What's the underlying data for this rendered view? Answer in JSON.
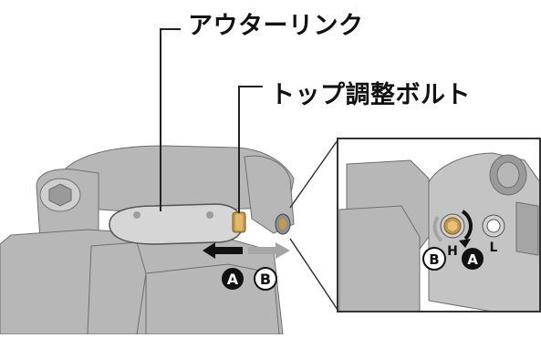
{
  "callouts": {
    "outer_link": "アウターリンク",
    "top_adjust_bolt": "トップ調整ボルト"
  },
  "markers": {
    "a": "A",
    "b": "B"
  },
  "inset": {
    "high_limit": "H",
    "low_limit": "L"
  },
  "colors": {
    "body_gray": "#b7b7b7",
    "dark_gray": "#8e8e8e",
    "bolt_gold": "#c79a4a",
    "arrow_black": "#111111",
    "arrow_gray": "#a5a5a5"
  }
}
